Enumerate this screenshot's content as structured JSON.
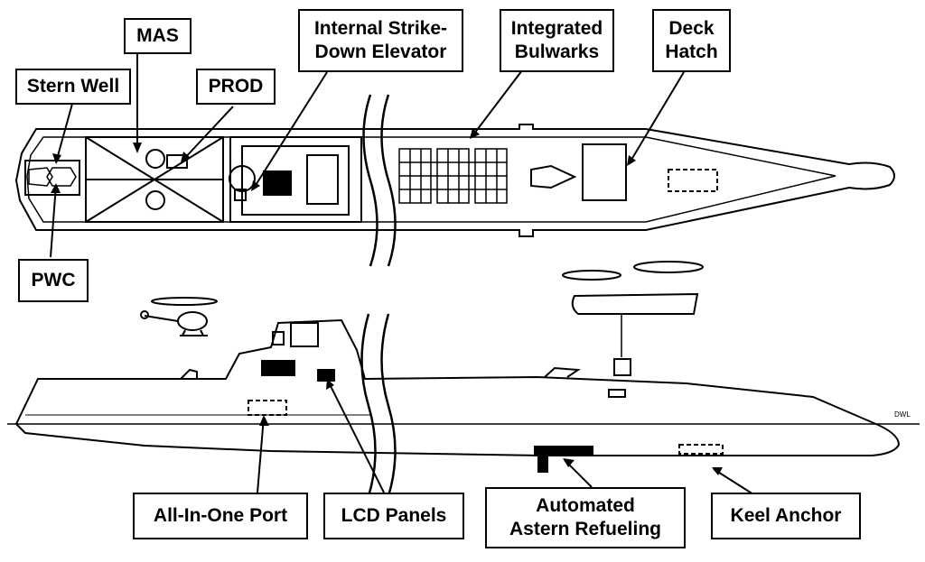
{
  "diagram": {
    "labels": {
      "mas": "MAS",
      "stern_well": "Stern Well",
      "prod": "PROD",
      "elevator": "Internal Strike-\nDown Elevator",
      "bulwarks": "Integrated\nBulwarks",
      "deck_hatch": "Deck\nHatch",
      "pwc": "PWC",
      "all_in_one_port": "All-In-One Port",
      "lcd_panels": "LCD Panels",
      "refueling": "Automated\nAstern Refueling",
      "keel_anchor": "Keel Anchor",
      "dwl": "DWL"
    }
  }
}
